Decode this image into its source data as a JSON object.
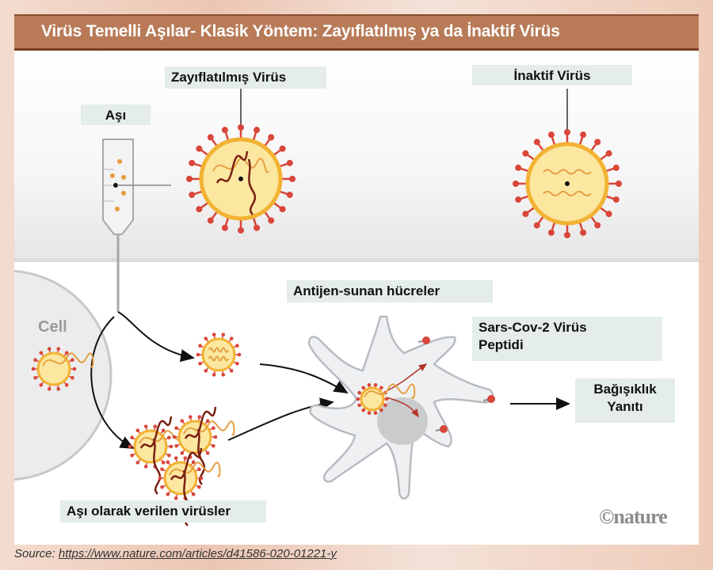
{
  "header": {
    "title": "Virüs Temelli Aşılar- Klasik Yöntem: Zayıflatılmış ya da İnaktif Virüs"
  },
  "labels": {
    "vaccine": "Aşı",
    "attenuated": "Zayıflatılmış Virüs",
    "inactivated": "İnaktif Virüs",
    "apc": "Antijen-sunan hücreler",
    "peptide_line1": "Sars-Cov-2 Virüs",
    "peptide_line2": "Peptidi",
    "immune_line1": "Bağışıklık",
    "immune_line2": "Yanıtı",
    "given_viruses": "Aşı olarak verilen virüsler",
    "cell": "Cell"
  },
  "credit": "©nature",
  "source": {
    "prefix": "Source:",
    "url": "https://www.nature.com/articles/d41586-020-01221-y"
  },
  "colors": {
    "header": "#b87a57",
    "virus_fill": "#fbe7a0",
    "virus_ring": "#f2b233",
    "spike": "#d9463a",
    "rna": "#e5a042",
    "rna_dark": "#7a1f12"
  }
}
